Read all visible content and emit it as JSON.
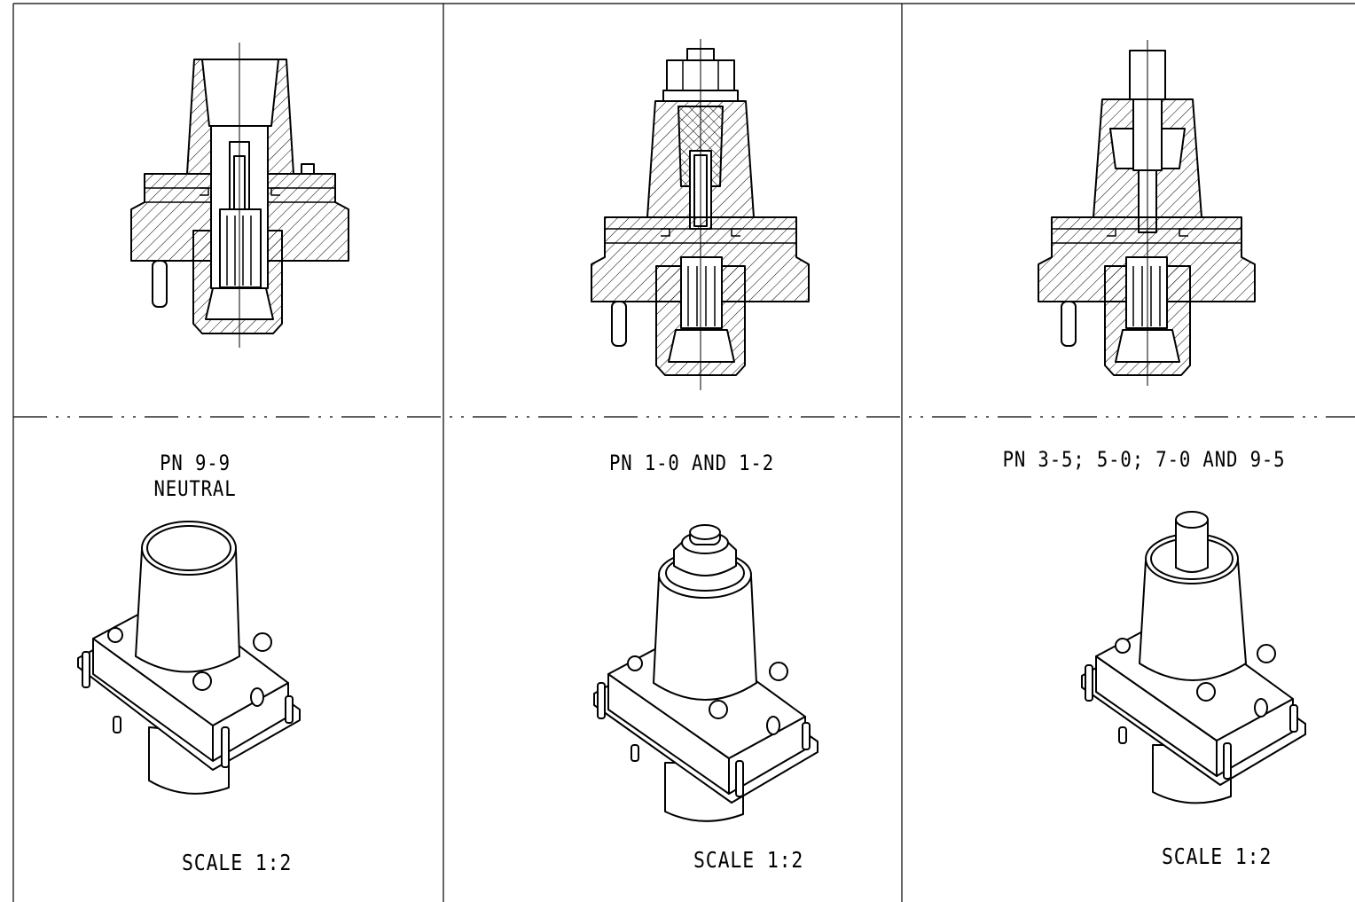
{
  "views": [
    {
      "id": "a",
      "title_lines": [
        "PN 9-9",
        "NEUTRAL"
      ],
      "scale": "SCALE 1:2"
    },
    {
      "id": "b",
      "title_lines": [
        "PN 1-0 AND 1-2"
      ],
      "scale": "SCALE 1:2"
    },
    {
      "id": "c",
      "title_lines": [
        "PN 3-5; 5-0; 7-0 AND 9-5"
      ],
      "scale": "SCALE 1:2"
    }
  ],
  "colors": {
    "line": "#000000",
    "background": "#ffffff"
  }
}
